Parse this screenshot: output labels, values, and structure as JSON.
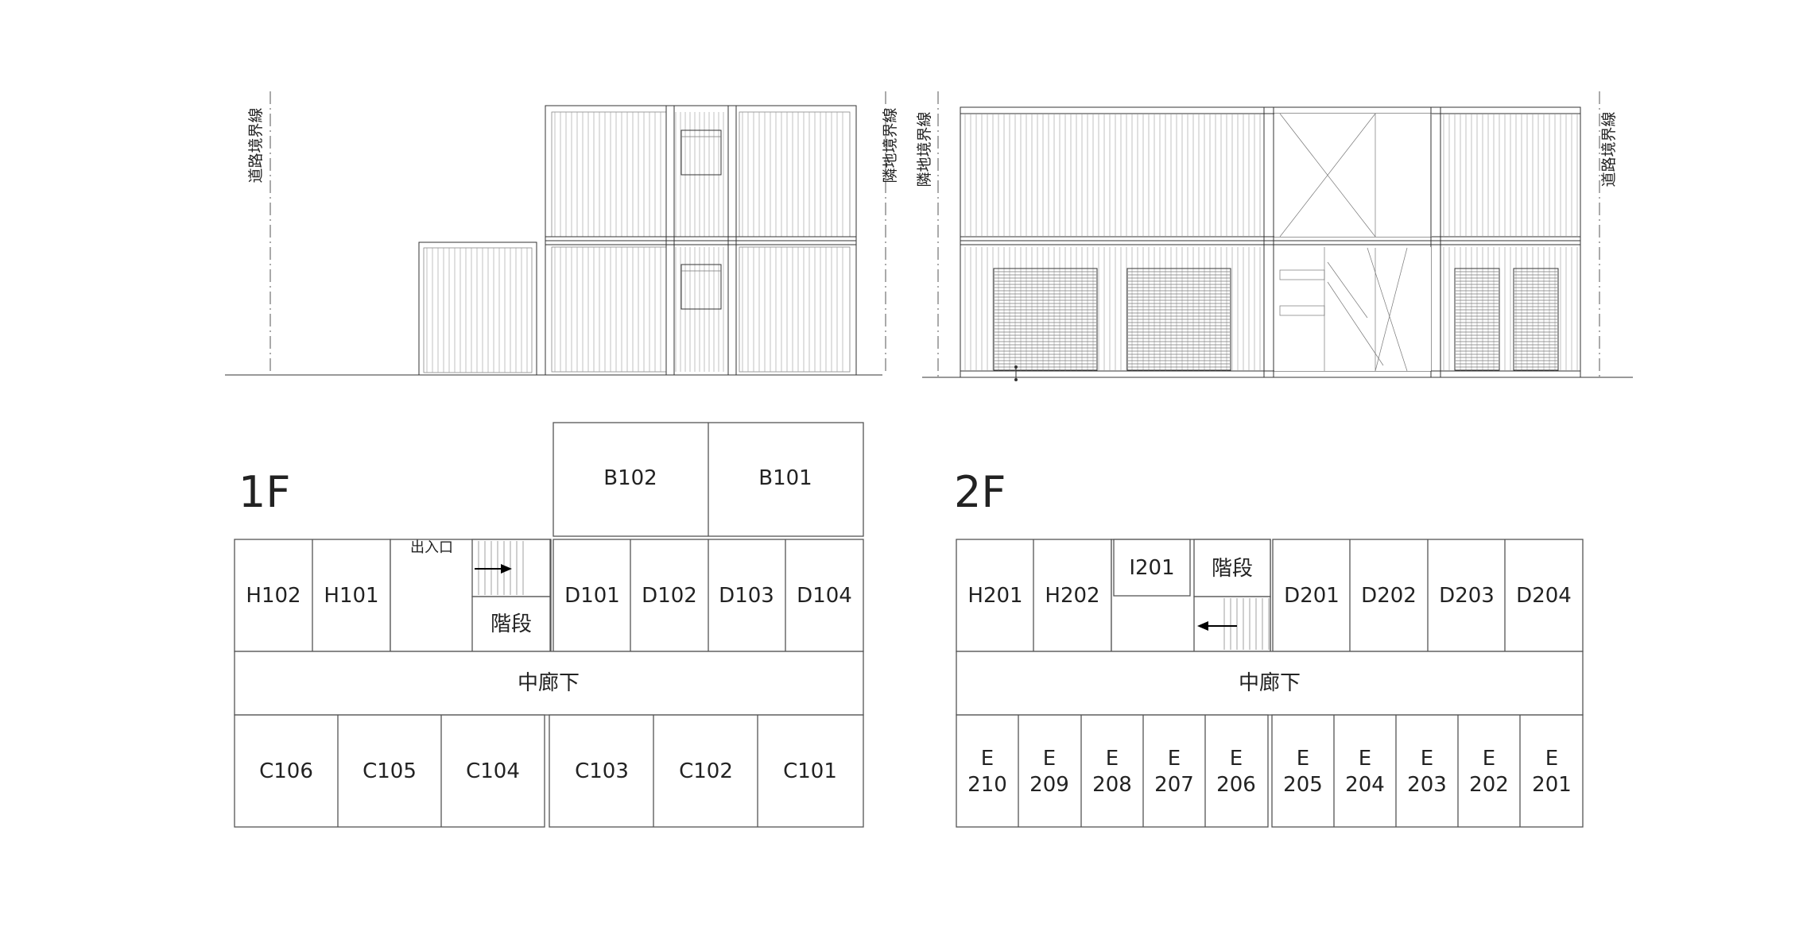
{
  "boundary_labels": {
    "road": "道路境界線",
    "neighbor": "隣地境界線"
  },
  "floor1": {
    "title": "1F",
    "entrance": "出入口",
    "stairs": "階段",
    "corridor": "中廊下",
    "rooms_top": [
      "B102",
      "B101"
    ],
    "rooms_h": [
      "H102",
      "H101"
    ],
    "rooms_d": [
      "D101",
      "D102",
      "D103",
      "D104"
    ],
    "rooms_c": [
      "C106",
      "C105",
      "C104",
      "C103",
      "C102",
      "C101"
    ]
  },
  "floor2": {
    "title": "2F",
    "stairs": "階段",
    "corridor": "中廊下",
    "room_i": "I201",
    "rooms_h": [
      "H201",
      "H202"
    ],
    "rooms_d": [
      "D201",
      "D202",
      "D203",
      "D204"
    ],
    "rooms_e": [
      {
        "prefix": "E",
        "number": "210"
      },
      {
        "prefix": "E",
        "number": "209"
      },
      {
        "prefix": "E",
        "number": "208"
      },
      {
        "prefix": "E",
        "number": "207"
      },
      {
        "prefix": "E",
        "number": "206"
      },
      {
        "prefix": "E",
        "number": "205"
      },
      {
        "prefix": "E",
        "number": "204"
      },
      {
        "prefix": "E",
        "number": "203"
      },
      {
        "prefix": "E",
        "number": "202"
      },
      {
        "prefix": "E",
        "number": "201"
      }
    ]
  }
}
